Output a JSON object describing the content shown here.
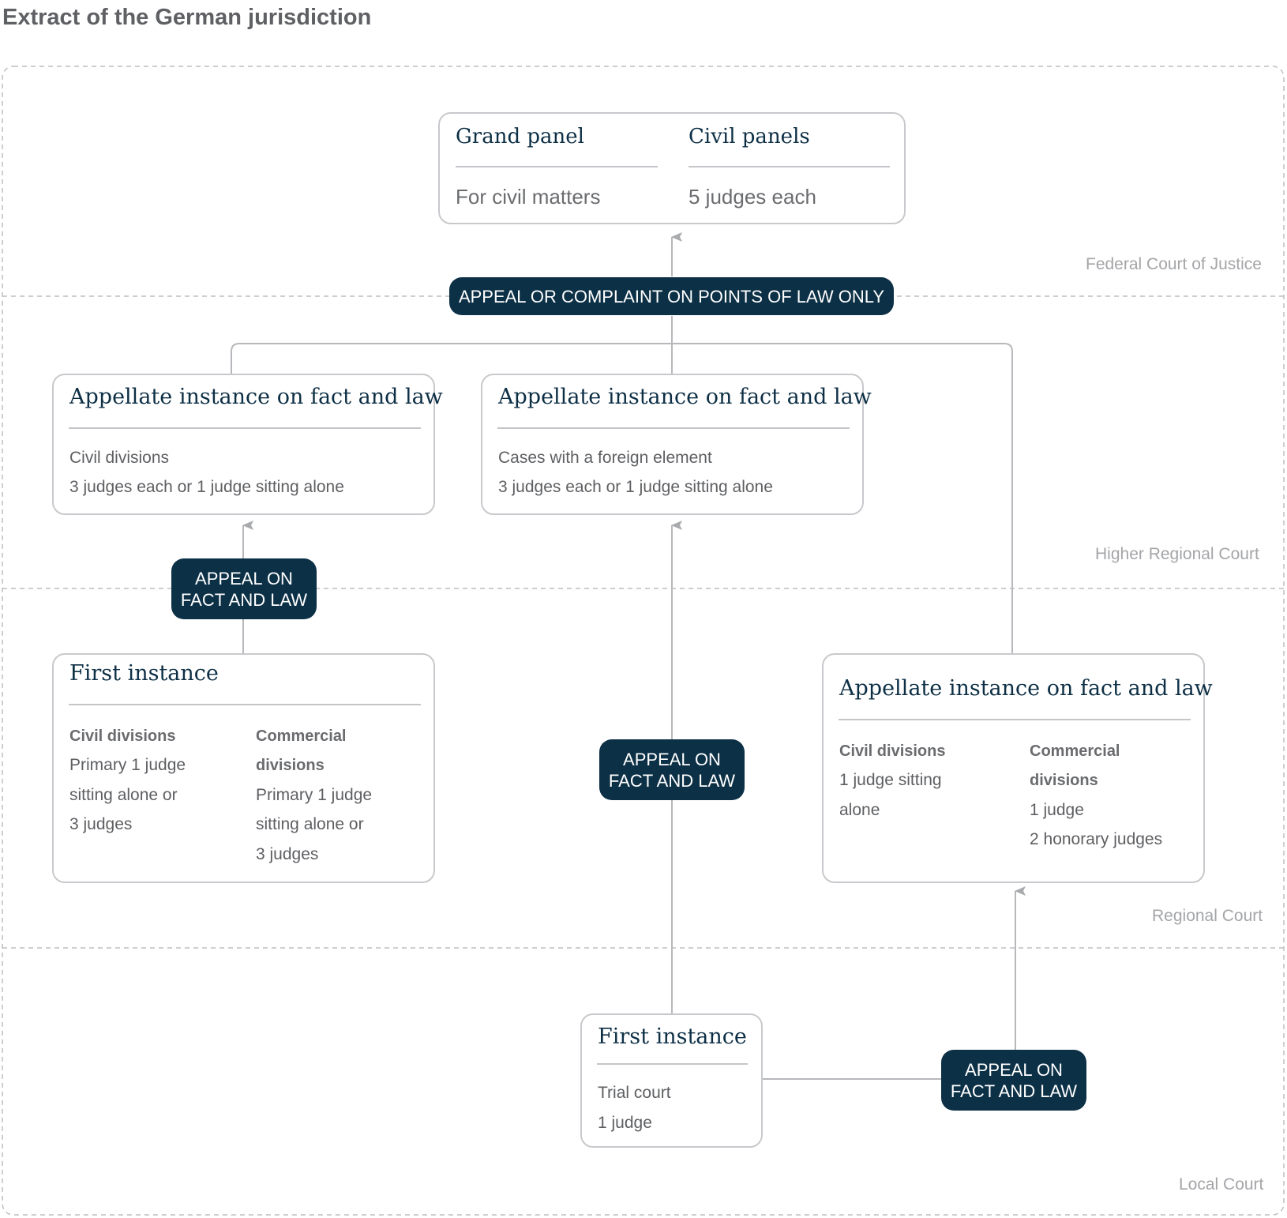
{
  "title": "Extract of the German jurisdiction",
  "levels": {
    "federal": "Federal Court of Justice",
    "higher_regional": "Higher Regional Court",
    "regional": "Regional Court",
    "local": "Local Court"
  },
  "federal_box": {
    "grand_panel_title": "Grand panel",
    "grand_panel_text": "For civil matters",
    "civil_panels_title": "Civil panels",
    "civil_panels_text": "5 judges each"
  },
  "pills": {
    "points_of_law": "APPEAL OR COMPLAINT ON POINTS OF LAW ONLY",
    "fact_law_line1": "APPEAL ON",
    "fact_law_line2": "FACT AND LAW"
  },
  "olg_left": {
    "title": "Appellate instance on fact and law",
    "line1": "Civil divisions",
    "line2": "3 judges each or 1 judge sitting alone"
  },
  "olg_right": {
    "title": "Appellate instance on fact and law",
    "line1": "Cases with a foreign element",
    "line2": "3 judges each or 1 judge sitting alone"
  },
  "lg_first": {
    "title": "First instance",
    "civil_head": "Civil divisions",
    "civil_lines": [
      "Primary 1 judge",
      "sitting alone or",
      "3 judges"
    ],
    "commercial_head": [
      "Commercial",
      "divisions"
    ],
    "commercial_lines": [
      "Primary 1 judge",
      "sitting alone or",
      "3 judges"
    ]
  },
  "lg_appellate": {
    "title": "Appellate instance on fact and law",
    "civil_head": "Civil divisions",
    "civil_lines": [
      "1 judge sitting",
      "alone"
    ],
    "commercial_head": [
      "Commercial",
      "divisions"
    ],
    "commercial_lines": [
      "1 judge",
      "2 honorary judges"
    ]
  },
  "local_first": {
    "title": "First instance",
    "line1": "Trial court",
    "line2": "1 judge"
  }
}
